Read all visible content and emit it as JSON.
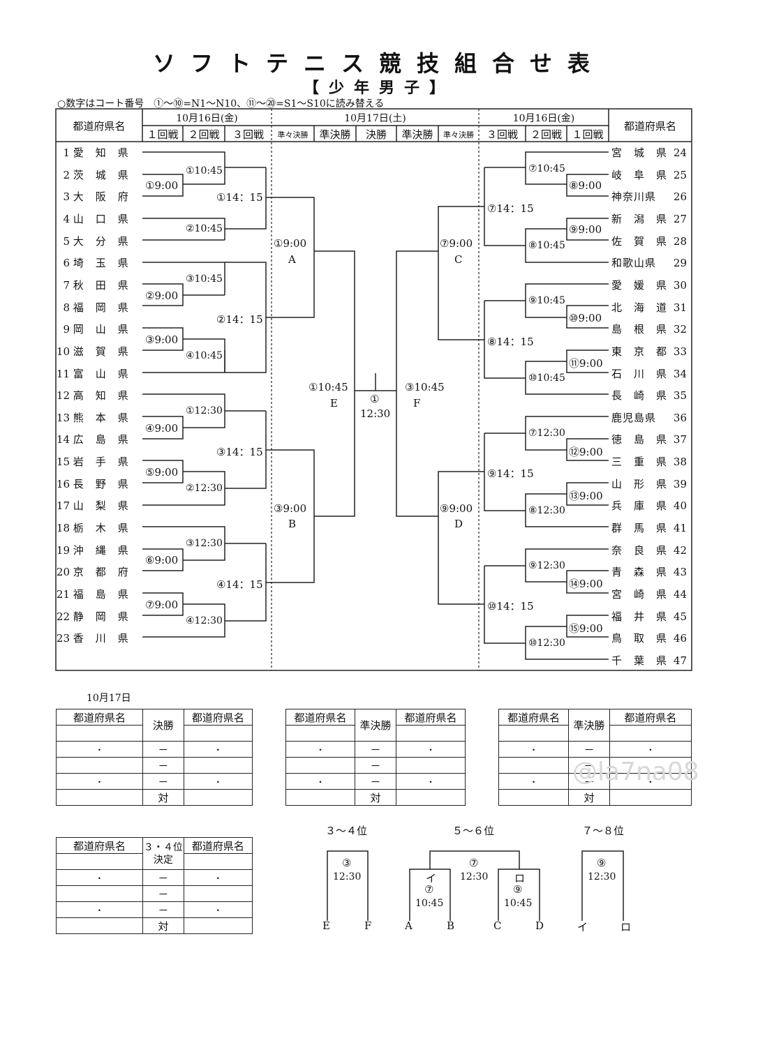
{
  "title": "ソフトテニス競技組合せ表",
  "subtitle": "【少年男子】",
  "note": "○数字はコート番号　①～⑩=N1～N10、⑪～⑳=S1～S10に読み替える",
  "header": {
    "pref_label": "都道府県名",
    "day1": "10月16日(金)",
    "day2": "10月17日(土)",
    "day3": "10月16日(金)",
    "r1": "１回戦",
    "r2": "２回戦",
    "r3": "３回戦",
    "qf": "準々決勝",
    "sf": "準決勝",
    "final": "決勝"
  },
  "left_prefs": [
    {
      "n": "1",
      "name": "愛　知　県"
    },
    {
      "n": "2",
      "name": "茨　城　県"
    },
    {
      "n": "3",
      "name": "大　阪　府"
    },
    {
      "n": "4",
      "name": "山　口　県"
    },
    {
      "n": "5",
      "name": "大　分　県"
    },
    {
      "n": "6",
      "name": "埼　玉　県"
    },
    {
      "n": "7",
      "name": "秋　田　県"
    },
    {
      "n": "8",
      "name": "福　岡　県"
    },
    {
      "n": "9",
      "name": "岡　山　県"
    },
    {
      "n": "10",
      "name": "滋　賀　県"
    },
    {
      "n": "11",
      "name": "富　山　県"
    },
    {
      "n": "12",
      "name": "高　知　県"
    },
    {
      "n": "13",
      "name": "熊　本　県"
    },
    {
      "n": "14",
      "name": "広　島　県"
    },
    {
      "n": "15",
      "name": "岩　手　県"
    },
    {
      "n": "16",
      "name": "長　野　県"
    },
    {
      "n": "17",
      "name": "山　梨　県"
    },
    {
      "n": "18",
      "name": "栃　木　県"
    },
    {
      "n": "19",
      "name": "沖　縄　県"
    },
    {
      "n": "20",
      "name": "京　都　府"
    },
    {
      "n": "21",
      "name": "福　島　県"
    },
    {
      "n": "22",
      "name": "静　岡　県"
    },
    {
      "n": "23",
      "name": "香　川　県"
    }
  ],
  "right_prefs": [
    {
      "n": "24",
      "name": "宮　城　県"
    },
    {
      "n": "25",
      "name": "岐　阜　県"
    },
    {
      "n": "26",
      "name": "神奈川県"
    },
    {
      "n": "27",
      "name": "新　潟　県"
    },
    {
      "n": "28",
      "name": "佐　賀　県"
    },
    {
      "n": "29",
      "name": "和歌山県"
    },
    {
      "n": "30",
      "name": "愛　媛　県"
    },
    {
      "n": "31",
      "name": "北　海　道"
    },
    {
      "n": "32",
      "name": "島　根　県"
    },
    {
      "n": "33",
      "name": "東　京　都"
    },
    {
      "n": "34",
      "name": "石　川　県"
    },
    {
      "n": "35",
      "name": "長　崎　県"
    },
    {
      "n": "36",
      "name": "鹿児島県"
    },
    {
      "n": "37",
      "name": "徳　島　県"
    },
    {
      "n": "38",
      "name": "三　重　県"
    },
    {
      "n": "39",
      "name": "山　形　県"
    },
    {
      "n": "40",
      "name": "兵　庫　県"
    },
    {
      "n": "41",
      "name": "群　馬　県"
    },
    {
      "n": "42",
      "name": "奈　良　県"
    },
    {
      "n": "43",
      "name": "青　森　県"
    },
    {
      "n": "44",
      "name": "宮　崎　県"
    },
    {
      "n": "45",
      "name": "福　井　県"
    },
    {
      "n": "46",
      "name": "鳥　取　県"
    },
    {
      "n": "47",
      "name": "千　葉　県"
    }
  ],
  "match_labels": {
    "l1": "①10:45",
    "l2": "①9:00",
    "l3": "①14：15",
    "l4": "②10:45",
    "l5": "①9:00",
    "l5b": "A",
    "l6": "③10:45",
    "l7": "②9:00",
    "l8": "②14：15",
    "l9": "③9:00",
    "l10": "④10:45",
    "l11": "①12:30",
    "l12": "④9:00",
    "l13": "③14：15",
    "l14": "⑤9:00",
    "l15": "②12:30",
    "l16": "③9:00",
    "l16b": "B",
    "l17": "③12:30",
    "l18": "⑥9:00",
    "l19": "④14：15",
    "l20": "⑦9:00",
    "l21": "④12:30",
    "e1": "①10:45",
    "e1b": "E",
    "f1": "①",
    "f1b": "12:30",
    "g1": "③10:45",
    "g1b": "F",
    "r1": "⑦10:45",
    "r2": "⑧9:00",
    "r3": "⑦14：15",
    "r4": "⑨9:00",
    "r5": "⑧10:45",
    "r6": "⑦9:00",
    "r6b": "C",
    "r7": "⑨10:45",
    "r8": "⑩9:00",
    "r9": "⑧14：15",
    "r10": "⑪9:00",
    "r11": "⑩10:45",
    "r12": "⑦12:30",
    "r13": "⑫9:00",
    "r14": "⑨14：15",
    "r15": "⑬9:00",
    "r16": "⑧12:30",
    "r17": "⑨9:00",
    "r17b": "D",
    "r18": "⑨12:30",
    "r19": "⑭9:00",
    "r20": "⑩14：15",
    "r21": "⑮9:00",
    "r22": "⑩12:30"
  },
  "lower": {
    "date": "10月17日",
    "pref_label": "都道府県名",
    "final_label": "決勝",
    "semi_label": "準決勝",
    "third_label": "３・４位決定",
    "vs": "対",
    "dash": "－",
    "dot": "・",
    "watermark": "@la7na08"
  },
  "placement": {
    "p34": "３～４位",
    "p34c": "③",
    "p34t": "12:30",
    "p34a": "E",
    "p34b": "F",
    "p56": "５～６位",
    "p56c": "⑦",
    "p56t": "12:30",
    "p56i": "イ",
    "p56ic": "⑦",
    "p56it": "10:45",
    "p56ro": "ロ",
    "p56roc": "⑨",
    "p56rot": "10:45",
    "p56a": "A",
    "p56b": "B",
    "p56c2": "C",
    "p56d": "D",
    "p78": "７～８位",
    "p78c": "⑨",
    "p78t": "12:30",
    "p78a": "イ",
    "p78b": "ロ"
  }
}
